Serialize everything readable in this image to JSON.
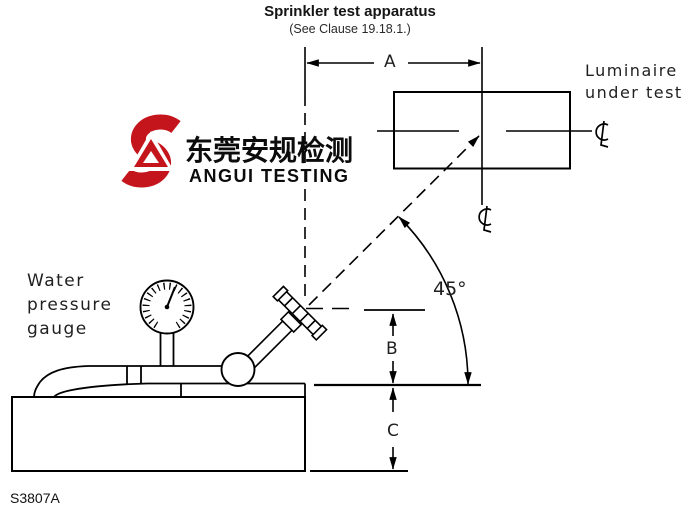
{
  "title": "Sprinkler test apparatus",
  "subtitle": "(See Clause 19.18.1.)",
  "figure_code": "S3807A",
  "watermark": {
    "cjk_text": "东莞安规检测",
    "latin_text": "ANGUI TESTING"
  },
  "annotations": {
    "luminaire_line1": "Luminaire",
    "luminaire_line2": "under test",
    "gauge_line1": "Water",
    "gauge_line2": "pressure",
    "gauge_line3": "gauge"
  },
  "dimensions": {
    "a": "A",
    "b": "B",
    "c": "C",
    "angle": "45°"
  },
  "icons": {
    "centerline_symbol": "℄"
  },
  "colors": {
    "line": "#000000",
    "text": "#1c1c1c",
    "logo_red": "#c4151c",
    "background": "#ffffff"
  }
}
